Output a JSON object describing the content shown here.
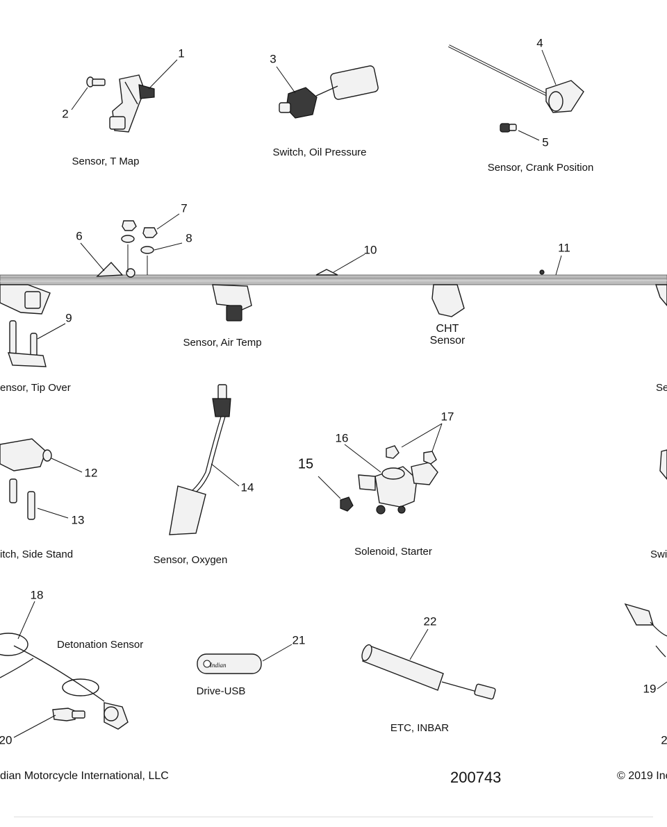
{
  "labels": {
    "sensor_t_map": "Sensor, T Map",
    "switch_oil_pressure": "Switch, Oil Pressure",
    "sensor_crank_position": "Sensor, Crank Position",
    "sensor_air_temp": "Sensor, Air Temp",
    "cht_line1": "CHT",
    "cht_line2": "Sensor",
    "sensor_tip_over": "ensor, Tip Over",
    "right_edge_se": "Se",
    "switch_side_stand": "itch, Side Stand",
    "sensor_oxygen": "Sensor, Oxygen",
    "solenoid_starter": "Solenoid, Starter",
    "right_edge_swi": "Swi",
    "detonation_sensor": "Detonation Sensor",
    "drive_usb": "Drive-USB",
    "etc_inbar": "ETC, INBAR",
    "usb_brand": "Indian"
  },
  "callouts": {
    "n1": "1",
    "n2": "2",
    "n3": "3",
    "n4": "4",
    "n5": "5",
    "n6": "6",
    "n7": "7",
    "n8": "8",
    "n9": "9",
    "n10": "10",
    "n11": "11",
    "n12": "12",
    "n13": "13",
    "n14": "14",
    "n15": "15",
    "n16": "16",
    "n17": "17",
    "n18": "18",
    "n19": "19",
    "n20": "20",
    "n21": "21",
    "n22": "22",
    "n2b": "2"
  },
  "footer": {
    "left": "dian Motorcycle International, LLC",
    "center": "200743",
    "right": "© 2019 Inc"
  }
}
